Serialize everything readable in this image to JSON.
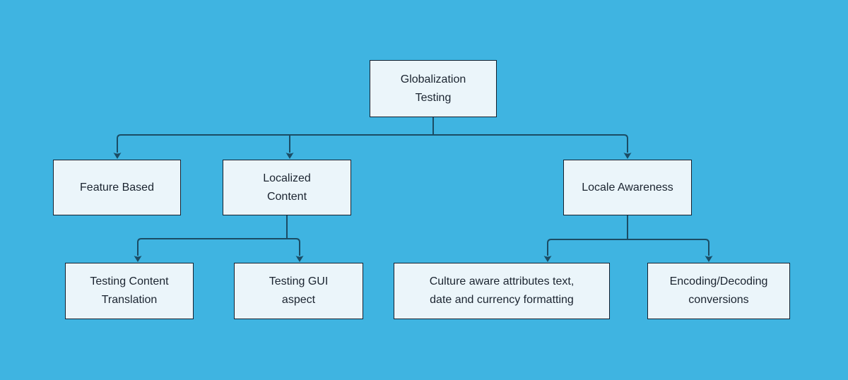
{
  "diagram": {
    "type": "flowchart",
    "title": "Globalization Testing",
    "colors": {
      "background": "#3fb4e1",
      "node_fill": "#ebf5fa",
      "node_border": "#16202e",
      "connector": "#1b4c64",
      "text": "#1b2430"
    },
    "nodes": {
      "root": {
        "label": "Globalization\nTesting"
      },
      "feature_based": {
        "label": "Feature Based"
      },
      "localized_content": {
        "label": "Localized\nContent"
      },
      "locale_awareness": {
        "label": "Locale Awareness"
      },
      "testing_content_translation": {
        "label": "Testing Content\nTranslation"
      },
      "testing_gui_aspect": {
        "label": "Testing GUI\naspect"
      },
      "culture_aware": {
        "label": "Culture aware attributes text,\ndate and currency formatting"
      },
      "encoding_decoding": {
        "label": "Encoding/Decoding\nconversions"
      }
    },
    "edges": [
      {
        "from": "Globalization Testing",
        "to": "Feature Based"
      },
      {
        "from": "Globalization Testing",
        "to": "Localized Content"
      },
      {
        "from": "Globalization Testing",
        "to": "Locale Awareness"
      },
      {
        "from": "Localized Content",
        "to": "Testing Content Translation"
      },
      {
        "from": "Localized Content",
        "to": "Testing GUI aspect"
      },
      {
        "from": "Locale Awareness",
        "to": "Culture aware attributes text, date and currency formatting"
      },
      {
        "from": "Locale Awareness",
        "to": "Encoding/Decoding conversions"
      }
    ]
  }
}
